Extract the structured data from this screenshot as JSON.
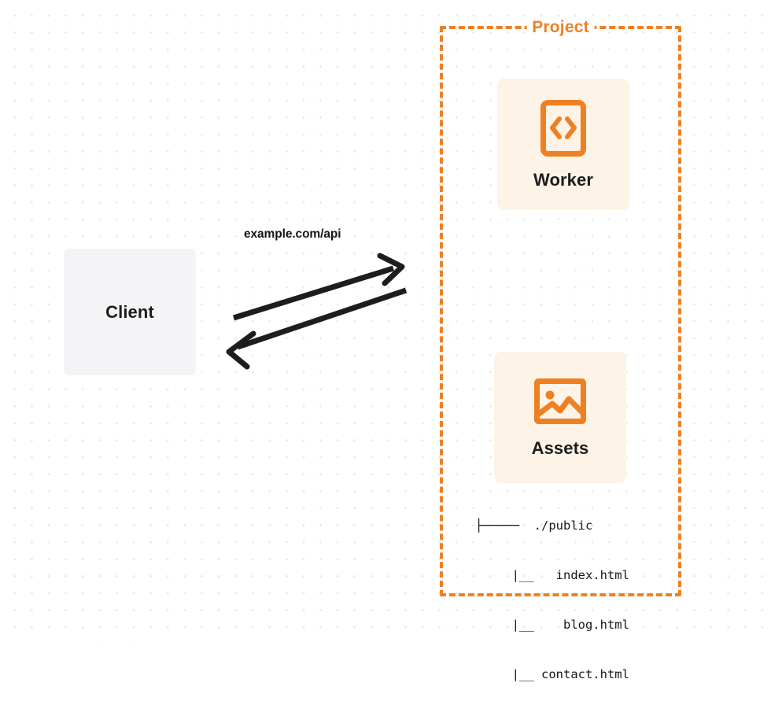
{
  "diagram": {
    "title": "Client to Project request flow",
    "background": {
      "color": "#ffffff",
      "dot_color": "#e8e8ea",
      "pattern": "dot-grid"
    },
    "colors": {
      "accent_orange": "#ef8022",
      "card_cream": "#fdf3e7",
      "client_gray": "#f4f4f6",
      "text_dark": "#1d1d1b",
      "arrow_black": "#1d1d1b"
    }
  },
  "client": {
    "label": "Client"
  },
  "connector": {
    "label": "example.com/api",
    "request_direction": "client-to-project",
    "response_direction": "project-to-client"
  },
  "project": {
    "label": "Project",
    "border_style": "dashed",
    "services": [
      {
        "label": "Worker",
        "icon": "code-brackets-icon"
      },
      {
        "label": "Assets",
        "icon": "image-icon"
      }
    ]
  },
  "file_tree": {
    "lines": [
      "├─────  ./public",
      "     |__   index.html",
      "     |__    blog.html",
      "     |__ contact.html"
    ],
    "root": "./public",
    "files": [
      "index.html",
      "blog.html",
      "contact.html"
    ]
  }
}
